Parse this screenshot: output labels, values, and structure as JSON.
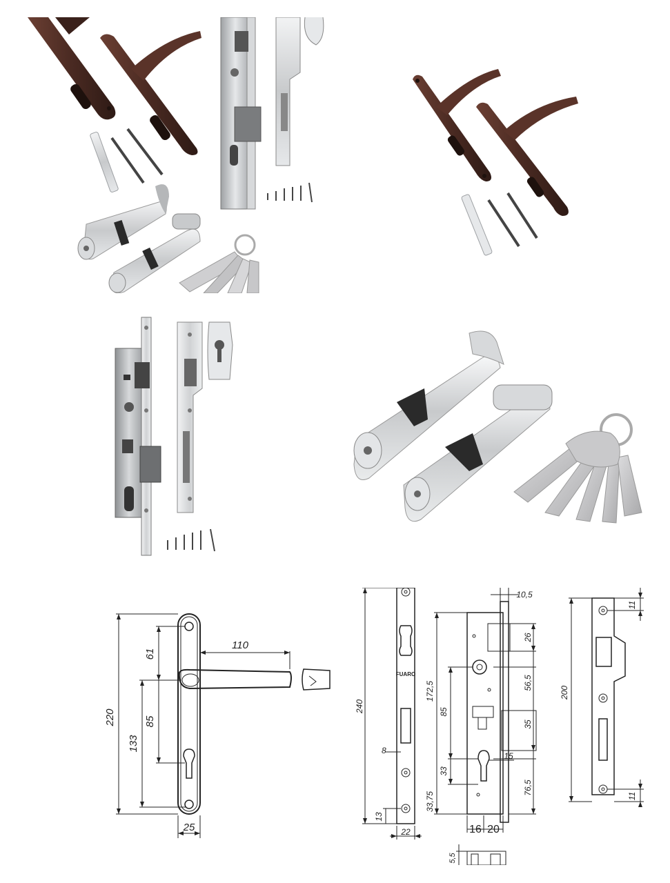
{
  "colors": {
    "handle_brown": "#4a2a22",
    "handle_brown_light": "#6b3f33",
    "steel": "#c8cacc",
    "steel_dark": "#8e9194",
    "steel_light": "#e6e8ea",
    "brass_key": "#cfcfd1",
    "black_cam": "#2a2a2a",
    "line": "#222222"
  },
  "icons": {
    "handle": "lever-handle-icon",
    "lock_body": "mortise-lock-icon",
    "cylinder": "euro-cylinder-icon",
    "key": "key-icon",
    "screw": "screw-icon"
  },
  "brand_mark": "FUARO",
  "handle_drawing": {
    "dims": {
      "d220": "220",
      "d133": "133",
      "d61": "61",
      "d85": "85",
      "d110": "110",
      "d25": "25"
    }
  },
  "lock_drawing": {
    "dims": {
      "d240": "240",
      "d8": "8",
      "d13": "13",
      "d22": "22",
      "d10_5": "10,5",
      "d172_5": "172,5",
      "d85": "85",
      "d33": "33",
      "d33_75": "33,75",
      "d26": "26",
      "d56_5": "56,5",
      "d35": "35",
      "d15": "15",
      "d76_5": "76,5",
      "d16": "16",
      "d20": "20",
      "d5_5": "5,5"
    }
  },
  "strike_drawing": {
    "dims": {
      "d200": "200",
      "d11_top": "11",
      "d11_bottom": "11"
    }
  }
}
